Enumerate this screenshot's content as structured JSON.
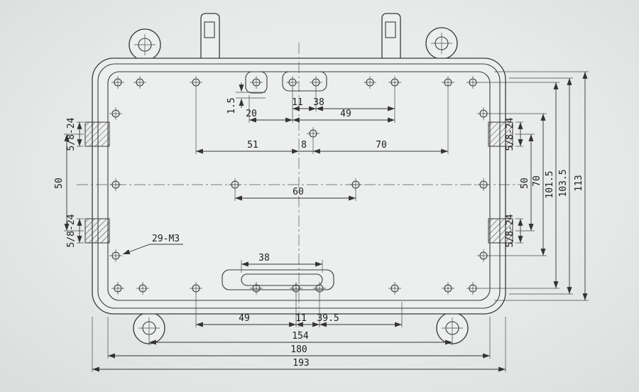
{
  "drawing": {
    "type": "technical-drawing",
    "part": "rectangular enclosure base plate",
    "colors": {
      "paper": "#ecefed",
      "ink": "#3a3a3a"
    },
    "notes": {
      "thread_callout": "29-M3"
    },
    "inserts": {
      "left_top": "5/8-24",
      "left_bottom": "5/8-24",
      "right_top": "5/8-24",
      "right_bottom": "5/8-24"
    },
    "dims": {
      "step": "1.5",
      "top_pitch": "11",
      "top_slot": "38",
      "top_offset": "20",
      "top_span": "49",
      "row_left": "51",
      "row_center": "8",
      "row_right": "70",
      "mid_span": "60",
      "left_span": "50",
      "bottom_slot": "38",
      "bottom_left": "49",
      "bottom_pitch": "11",
      "bottom_right": "39.5",
      "width_ears": "154",
      "width_flange": "180",
      "width_total": "193",
      "right_inserts": "50",
      "right_holes": "70",
      "right_rows": "101.5",
      "right_flange": "103.5",
      "height_total": "113"
    }
  }
}
